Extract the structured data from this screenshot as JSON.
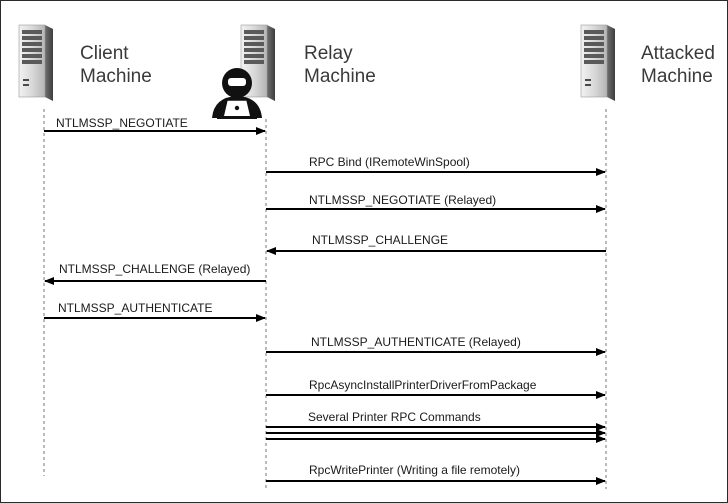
{
  "machines": [
    {
      "id": "client",
      "line1": "Client",
      "line2": "Machine"
    },
    {
      "id": "relay",
      "line1": "Relay",
      "line2": "Machine"
    },
    {
      "id": "attacked",
      "line1": "Attacked",
      "line2": "Machine"
    }
  ],
  "messages": [
    {
      "label": "NTLMSSP_NEGOTIATE",
      "from": "client",
      "to": "relay"
    },
    {
      "label": "RPC Bind (IRemoteWinSpool)",
      "from": "relay",
      "to": "attacked"
    },
    {
      "label": "NTLMSSP_NEGOTIATE (Relayed)",
      "from": "relay",
      "to": "attacked"
    },
    {
      "label": "NTLMSSP_CHALLENGE",
      "from": "attacked",
      "to": "relay"
    },
    {
      "label": "NTLMSSP_CHALLENGE (Relayed)",
      "from": "relay",
      "to": "client"
    },
    {
      "label": "NTLMSSP_AUTHENTICATE",
      "from": "client",
      "to": "relay"
    },
    {
      "label": "NTLMSSP_AUTHENTICATE (Relayed)",
      "from": "relay",
      "to": "attacked"
    },
    {
      "label": "RpcAsyncInstallPrinterDriverFromPackage",
      "from": "relay",
      "to": "attacked"
    },
    {
      "label": "Several Printer RPC Commands",
      "from": "relay",
      "to": "attacked",
      "count": 3
    },
    {
      "label": "RpcWritePrinter (Writing a file remotely)",
      "from": "relay",
      "to": "attacked"
    }
  ],
  "icons": {
    "server": "server-tower-icon",
    "hacker": "hacker-laptop-icon"
  }
}
